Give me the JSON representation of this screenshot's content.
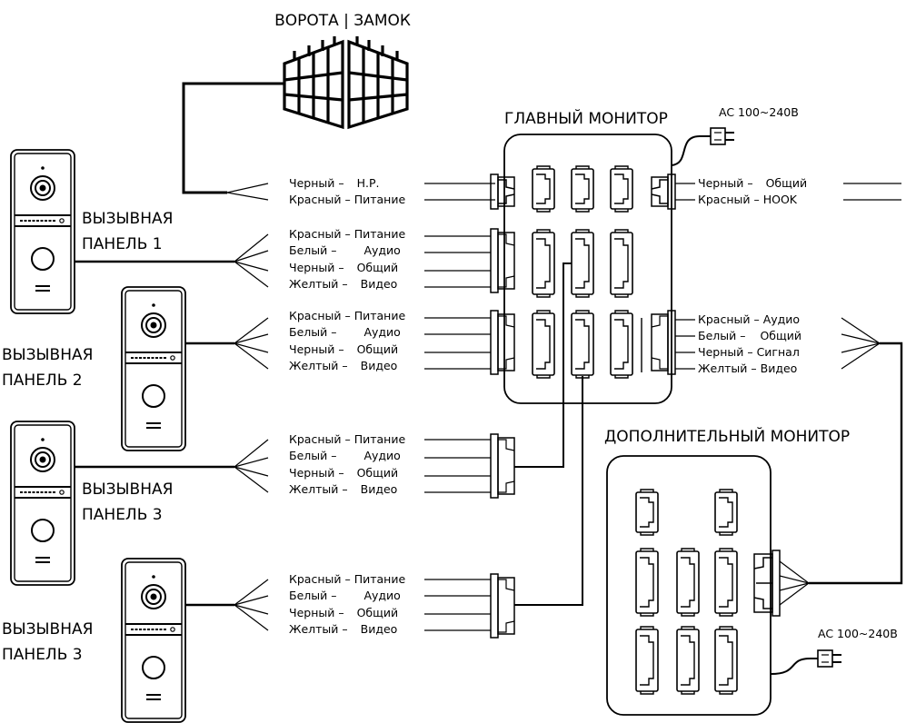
{
  "gate_label": "ВОРОТА | ЗАМОК",
  "main_monitor": {
    "title": "ГЛАВНЫЙ МОНИТОР",
    "power_label": "AC 100~240В",
    "gate_wires": [
      {
        "color": "Черный",
        "sep": " – ",
        "func": "Н.Р."
      },
      {
        "color": "Красный",
        "sep": " – ",
        "func": "Питание"
      }
    ],
    "right_top_wires": [
      {
        "color": "Черный",
        "sep": " – ",
        "func": "Общий"
      },
      {
        "color": "Красный",
        "sep": " – ",
        "func": "HOOK"
      }
    ],
    "right_mid_wires": [
      {
        "color": "Красный",
        "sep": " – ",
        "func": "Аудио"
      },
      {
        "color": "Белый",
        "sep": " – ",
        "func": "Общий"
      },
      {
        "color": "Черный",
        "sep": " – ",
        "func": "Сигнал"
      },
      {
        "color": "Желтый",
        "sep": " – ",
        "func": "Видео"
      }
    ]
  },
  "extra_monitor": {
    "title": "ДОПОЛНИТЕЛЬНЫЙ МОНИТОР",
    "power_label": "AC 100~240В"
  },
  "panels": [
    {
      "line1": "ВЫЗЫВНАЯ",
      "line2": "ПАНЕЛЬ 1"
    },
    {
      "line1": "ВЫЗЫВНАЯ",
      "line2": "ПАНЕЛЬ 2"
    },
    {
      "line1": "ВЫЗЫВНАЯ",
      "line2": "ПАНЕЛЬ 3"
    },
    {
      "line1": "ВЫЗЫВНАЯ",
      "line2": "ПАНЕЛЬ 3"
    }
  ],
  "panel_wires": [
    {
      "color": "Красный",
      "sep": " – ",
      "func": "Питание"
    },
    {
      "color": "Белый",
      "sep": " – ",
      "func": "Аудио"
    },
    {
      "color": "Черный",
      "sep": " – ",
      "func": "Общий"
    },
    {
      "color": "Желтый",
      "sep": " – ",
      "func": "Видео"
    }
  ]
}
